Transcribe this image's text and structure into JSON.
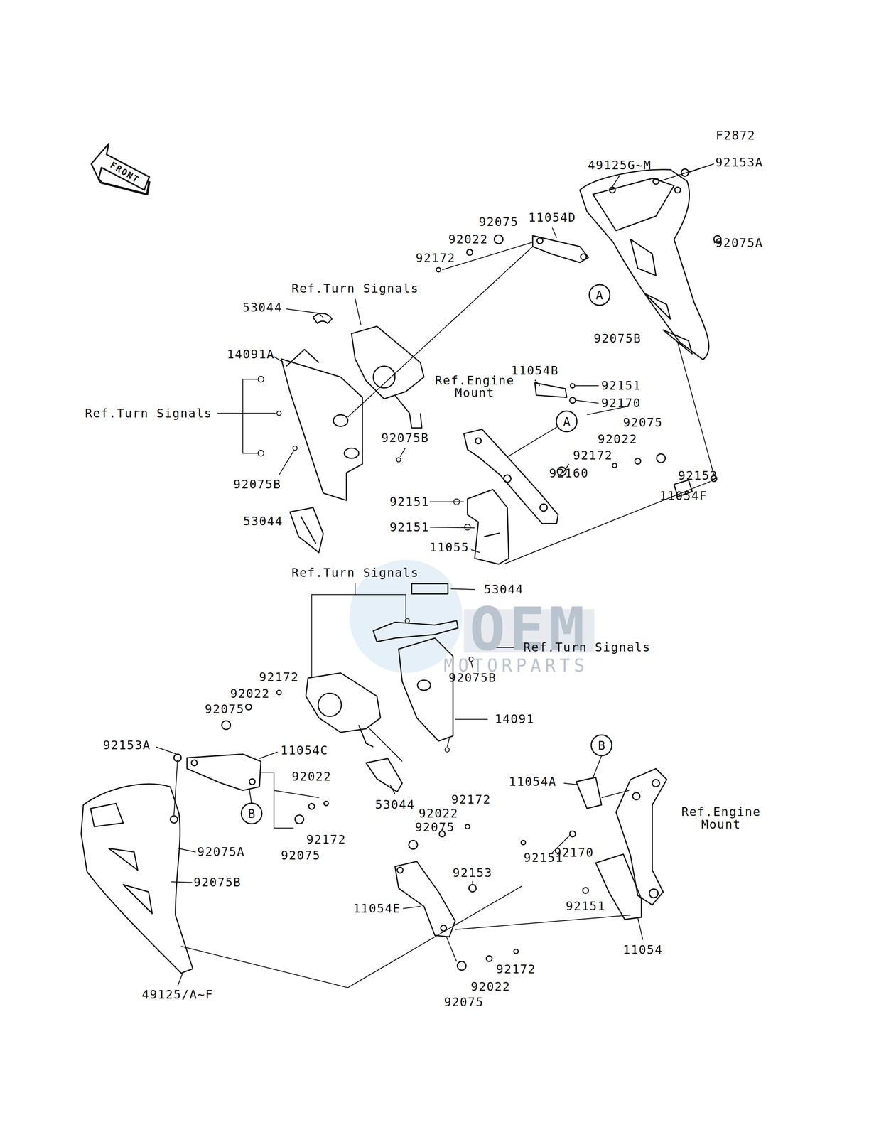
{
  "diagram": {
    "nodes": [
      {
        "text": [
          "A"
        ]
      },
      {
        "text": [
          "A"
        ]
      },
      {
        "text": [
          "B"
        ]
      },
      {
        "text": [
          "B"
        ]
      }
    ],
    "labels": [
      "F2872",
      "FRONT",
      "49125G~M",
      "92153A",
      "11054D",
      "92075",
      "92022",
      "92075A",
      "92172",
      "Ref.Turn Signals",
      "53044",
      "14091A",
      "92075B",
      "11054B",
      "Ref.Engine Mount",
      "92151",
      "92170",
      "Ref.Turn Signals",
      "92075",
      "92022",
      "92075B",
      "92172",
      "92160",
      "92153",
      "92075B",
      "11054F",
      "92151",
      "53044",
      "92151",
      "11055",
      "OEM",
      "MOTORPARTS",
      "Ref.Turn Signals",
      "53044",
      "Ref.Turn Signals",
      "92172",
      "92075B",
      "92022",
      "92075",
      "14091",
      "92153A",
      "11054C",
      "11054A",
      "92022",
      "92172",
      "53044",
      "92022",
      "Ref.Engine Mount",
      "92075",
      "92172",
      "92075A",
      "92075",
      "92170",
      "92151",
      "92153",
      "92075B",
      "92151",
      "11054E",
      "11054",
      "92172",
      "92022",
      "49125/A~F",
      "92075"
    ]
  }
}
